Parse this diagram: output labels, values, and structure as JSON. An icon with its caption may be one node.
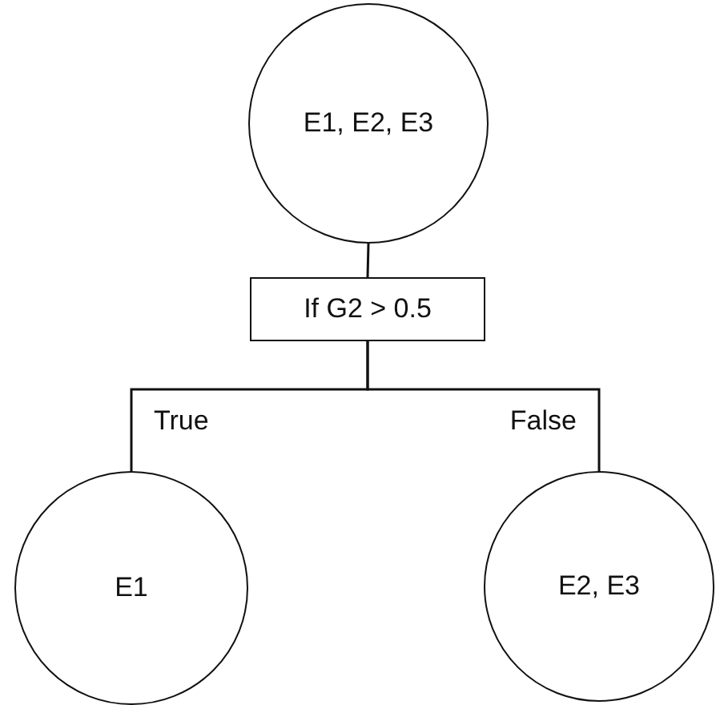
{
  "diagram": {
    "nodes": [
      {
        "text": [
          "E1, E2, E3"
        ]
      },
      {
        "text": [
          "If G2 > 0.5"
        ]
      },
      {
        "text": [
          "E1"
        ]
      },
      {
        "text": [
          "E2, E3"
        ]
      }
    ],
    "edges": [
      {
        "from": 0,
        "to": 1,
        "arrow": "none"
      },
      {
        "from": 1,
        "to": 2,
        "arrow": "none",
        "label": "True"
      },
      {
        "from": 1,
        "to": 3,
        "arrow": "none",
        "label": "False"
      }
    ]
  }
}
